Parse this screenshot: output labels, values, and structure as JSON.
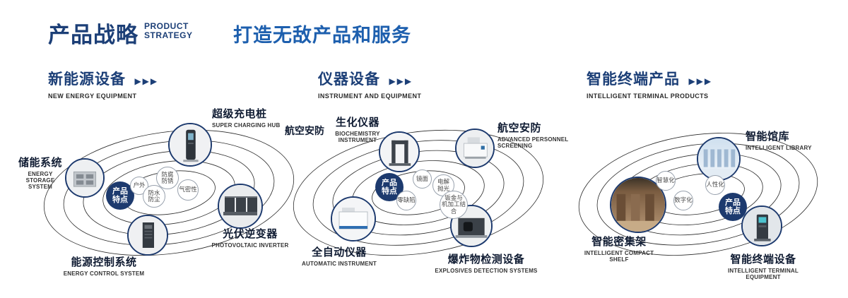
{
  "colors": {
    "navy": "#1c3f77",
    "slogan_blue": "#1d5fae",
    "badge_navy": "#1d3a6e"
  },
  "icons": {
    "chevrons": "▶▶▶"
  },
  "header": {
    "title_cn": "产品战略",
    "title_en": "PRODUCT\nSTRATEGY",
    "slogan": "打造无敌产品和服务"
  },
  "badge": {
    "text": "产品\n特点"
  },
  "sections": [
    {
      "title_cn": "新能源设备",
      "title_en": "NEW ENERGY EQUIPMENT",
      "items": [
        {
          "cn": "储能系统",
          "en": "ENERGY STORAGE\nSYSTEM"
        },
        {
          "cn": "超级充电桩",
          "en": "SUPER CHARGING HUB"
        },
        {
          "cn": "光伏逆变器",
          "en": "PHOTOVOLTAIC INVERTER"
        },
        {
          "cn": "能源控制系统",
          "en": "ENERGY CONTROL SYSTEM"
        }
      ],
      "features": [
        "防腐\n防锈",
        "户外",
        "气密性",
        "防水\n防尘"
      ]
    },
    {
      "title_cn": "仪器设备",
      "title_en": "INSTRUMENT AND EQUIPMENT",
      "side_label": "航空安防",
      "items": [
        {
          "cn": "生化仪器",
          "en": "BIOCHEMISTRY\nINSTRUMENT"
        },
        {
          "cn": "航空安防",
          "en": "ADVANCED PERSONNEL\nSCREENING"
        },
        {
          "cn": "全自动仪器",
          "en": "AUTOMATIC INSTRUMENT"
        },
        {
          "cn": "爆炸物检测设备",
          "en": "EXPLOSIVES DETECTION SYSTEMS"
        }
      ],
      "features": [
        "镜面",
        "电解\n抛光",
        "零缺陷",
        "钣金与\n机加工结合"
      ]
    },
    {
      "title_cn": "智能终端产品",
      "title_en": "INTELLIGENT TERMINAL PRODUCTS",
      "items": [
        {
          "cn": "智能馆库",
          "en": "INTELLIGENT LIBRARY"
        },
        {
          "cn": "智能密集架",
          "en": "INTELLIGENT COMPACT\nSHELF"
        },
        {
          "cn": "智能终端设备",
          "en": "INTELLIGENT TERMINAL EQUIPMENT"
        }
      ],
      "features": [
        "智慧化",
        "人性化",
        "数字化"
      ]
    }
  ]
}
